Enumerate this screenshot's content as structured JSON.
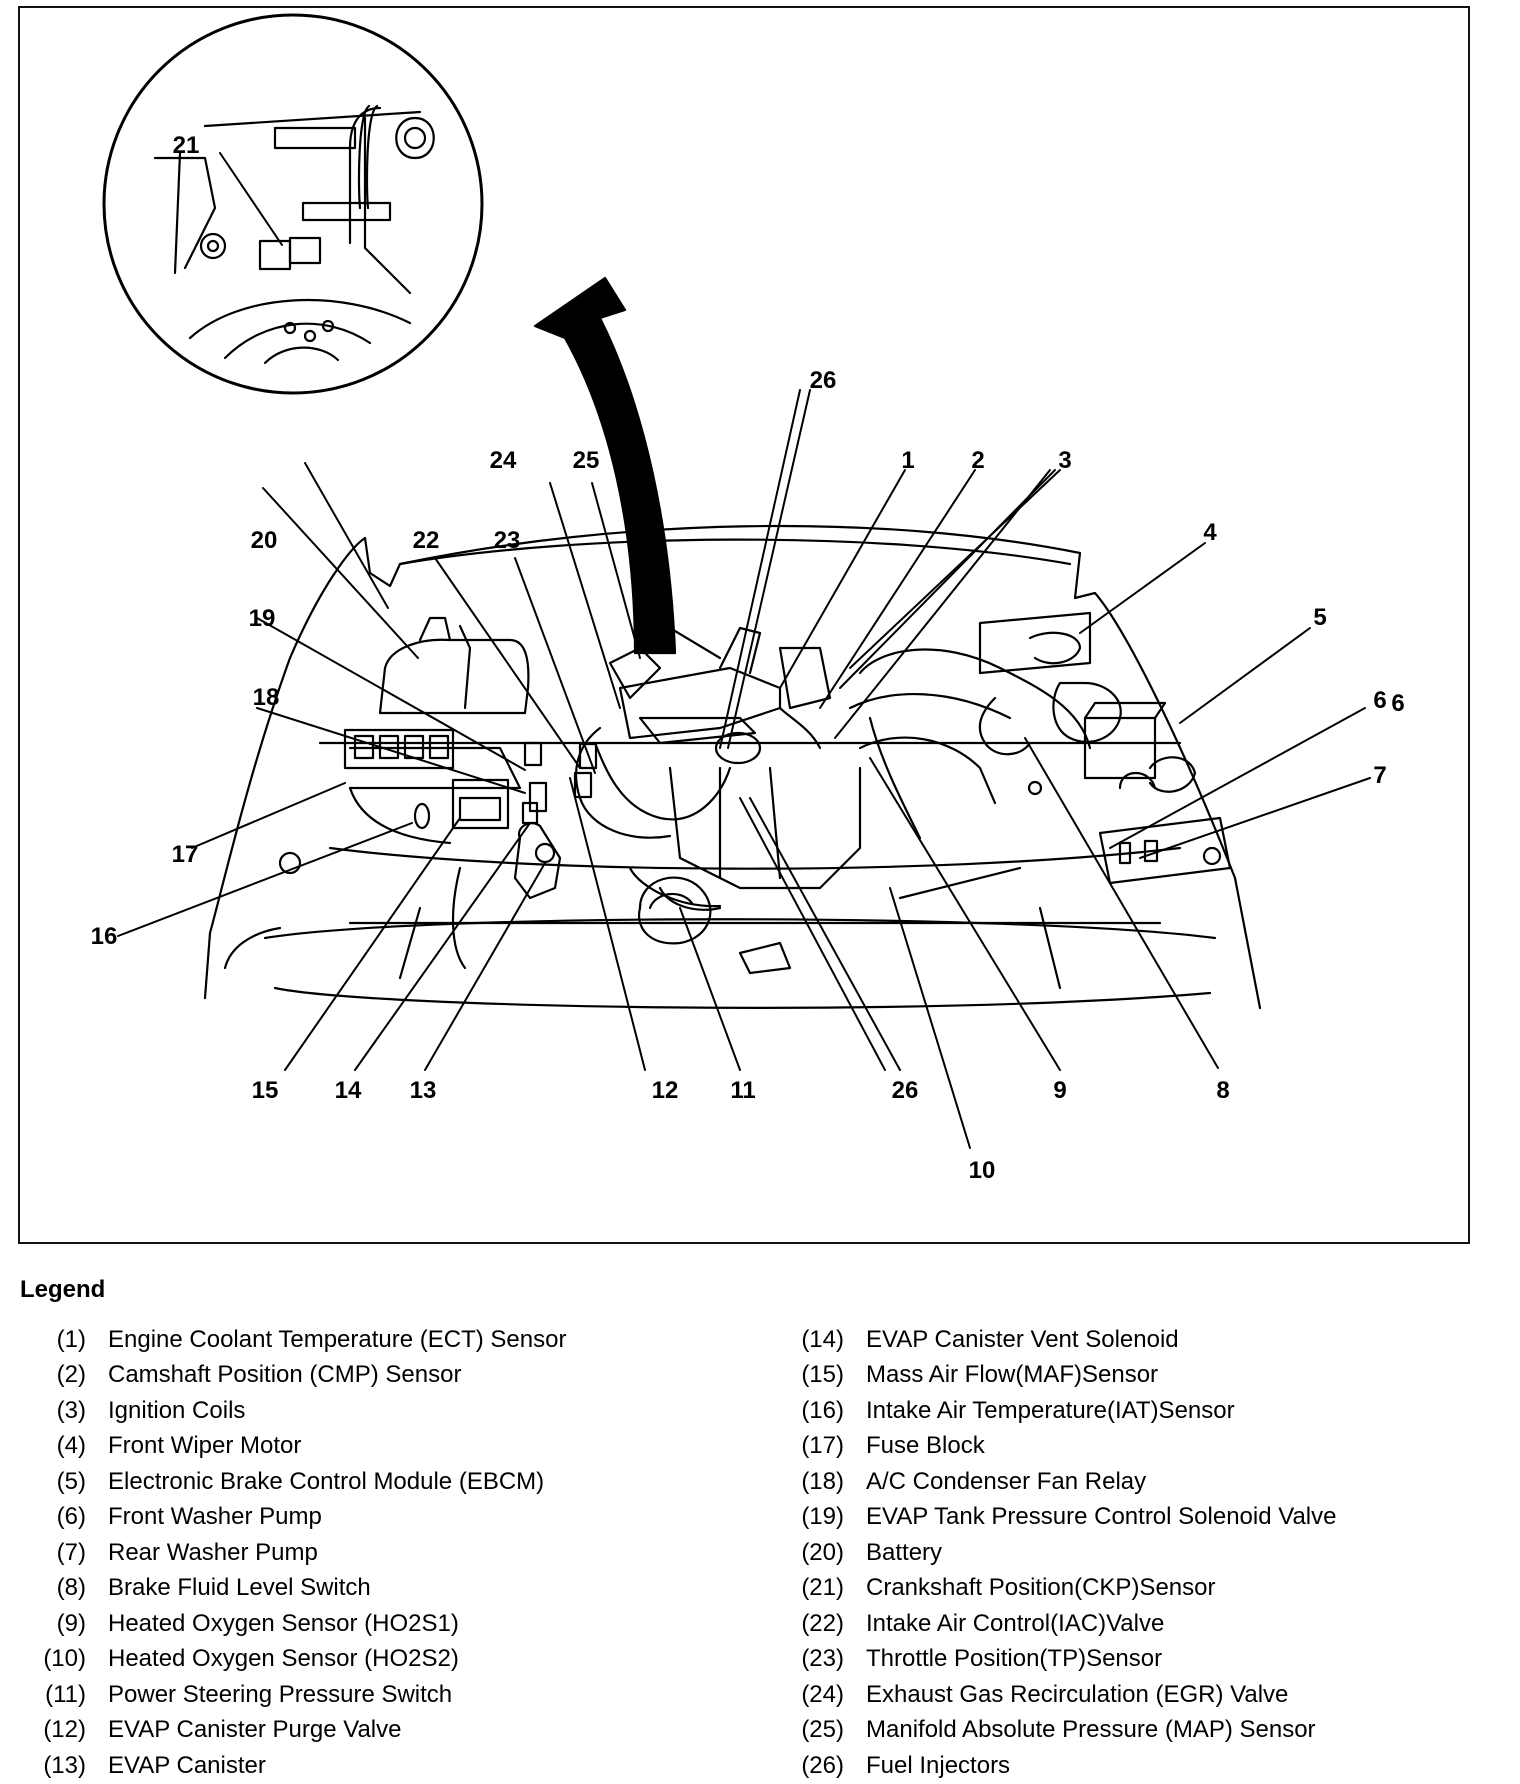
{
  "callouts": {
    "c1": "1",
    "c2": "2",
    "c3": "3",
    "c4": "4",
    "c5": "5",
    "c6": "6",
    "c7": "7",
    "c8": "8",
    "c9": "9",
    "c10": "10",
    "c11": "11",
    "c12": "12",
    "c13": "13",
    "c14": "14",
    "c15": "15",
    "c16": "16",
    "c17": "17",
    "c18": "18",
    "c19": "19",
    "c20": "20",
    "c21": "21",
    "c22": "22",
    "c23": "23",
    "c24": "24",
    "c25": "25",
    "c26": "26"
  },
  "legend": {
    "title": "Legend",
    "left": [
      {
        "num": "(1)",
        "text": "Engine Coolant Temperature (ECT) Sensor"
      },
      {
        "num": "(2)",
        "text": "Camshaft Position (CMP) Sensor"
      },
      {
        "num": "(3)",
        "text": "Ignition Coils"
      },
      {
        "num": "(4)",
        "text": "Front Wiper Motor"
      },
      {
        "num": "(5)",
        "text": "Electronic Brake Control Module (EBCM)"
      },
      {
        "num": "(6)",
        "text": "Front Washer Pump"
      },
      {
        "num": "(7)",
        "text": "Rear Washer Pump"
      },
      {
        "num": "(8)",
        "text": "Brake Fluid Level Switch"
      },
      {
        "num": "(9)",
        "text": "Heated Oxygen Sensor (HO2S1)"
      },
      {
        "num": "(10)",
        "text": "Heated Oxygen Sensor (HO2S2)"
      },
      {
        "num": "(11)",
        "text": "Power Steering Pressure Switch"
      },
      {
        "num": "(12)",
        "text": "EVAP Canister Purge Valve"
      },
      {
        "num": "(13)",
        "text": "EVAP Canister"
      }
    ],
    "right": [
      {
        "num": "(14)",
        "text": "EVAP Canister Vent Solenoid"
      },
      {
        "num": "(15)",
        "text": "Mass Air Flow(MAF)Sensor"
      },
      {
        "num": "(16)",
        "text": "Intake Air Temperature(IAT)Sensor"
      },
      {
        "num": "(17)",
        "text": "Fuse Block"
      },
      {
        "num": "(18)",
        "text": "A/C Condenser Fan Relay"
      },
      {
        "num": "(19)",
        "text": "EVAP Tank Pressure Control Solenoid Valve"
      },
      {
        "num": "(20)",
        "text": "Battery"
      },
      {
        "num": "(21)",
        "text": "Crankshaft Position(CKP)Sensor"
      },
      {
        "num": "(22)",
        "text": "Intake Air Control(IAC)Valve"
      },
      {
        "num": "(23)",
        "text": "Throttle Position(TP)Sensor"
      },
      {
        "num": "(24)",
        "text": "Exhaust Gas Recirculation (EGR) Valve"
      },
      {
        "num": "(25)",
        "text": "Manifold Absolute Pressure (MAP) Sensor"
      },
      {
        "num": "(26)",
        "text": "Fuel Injectors"
      }
    ]
  }
}
